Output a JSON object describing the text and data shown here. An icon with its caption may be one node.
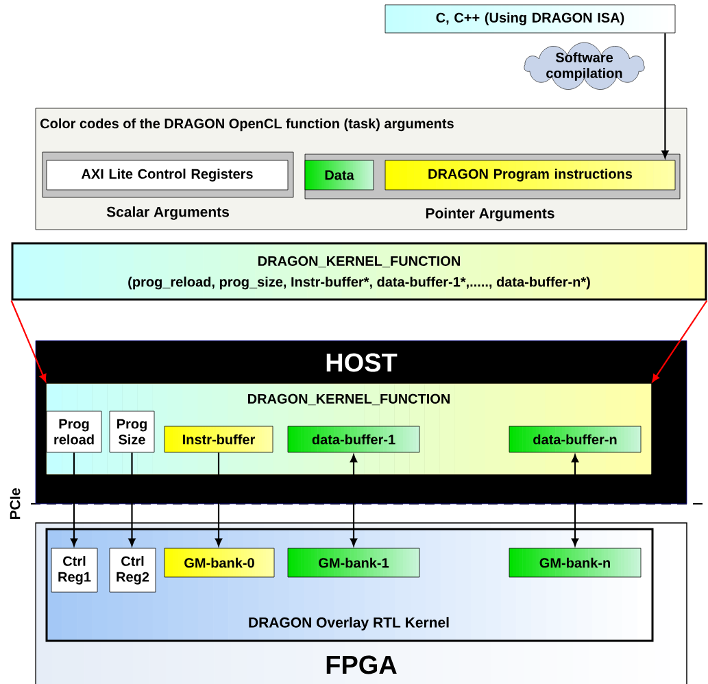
{
  "diagram": {
    "nodes": [
      {
        "text": [
          "C, C++ (Using DRAGON ISA)"
        ]
      },
      {
        "text": [
          "Software compilation"
        ]
      },
      {
        "text": [
          "Color codes of the DRAGON OpenCL function (task) arguments"
        ]
      },
      {
        "text": [
          "Scalar Arguments"
        ],
        "in": 2
      },
      {
        "text": [
          "AXI Lite Control Registers"
        ],
        "in": 3
      },
      {
        "text": [
          "Pointer Arguments"
        ],
        "in": 2
      },
      {
        "text": [
          "Data"
        ],
        "in": 5
      },
      {
        "text": [
          "DRAGON Program instructions"
        ],
        "in": 5
      },
      {
        "text": [
          "DRAGON_KERNEL_FUNCTION",
          "(prog_reload, prog_size, Instr-buffer*, data-buffer-1*,....., data-buffer-n*)"
        ]
      },
      {
        "text": [
          "HOST"
        ]
      },
      {
        "text": [
          "DRAGON_KERNEL_FUNCTION"
        ],
        "in": 9
      },
      {
        "text": [
          "Prog reload"
        ],
        "in": 10
      },
      {
        "text": [
          "Prog Size"
        ],
        "in": 10
      },
      {
        "text": [
          "Instr-buffer"
        ],
        "in": 10
      },
      {
        "text": [
          "data-buffer-1"
        ],
        "in": 10
      },
      {
        "text": [
          "data-buffer-n"
        ],
        "in": 10
      },
      {
        "text": [
          "FPGA"
        ]
      },
      {
        "text": [
          "DRAGON Overlay RTL Kernel"
        ],
        "in": 16
      },
      {
        "text": [
          "Ctrl Reg1"
        ],
        "in": 17
      },
      {
        "text": [
          "Ctrl Reg2"
        ],
        "in": 17
      },
      {
        "text": [
          "GM-bank-0"
        ],
        "in": 17
      },
      {
        "text": [
          "GM-bank-1"
        ],
        "in": 17
      },
      {
        "text": [
          "GM-bank-n"
        ],
        "in": 17
      }
    ],
    "edges": [
      {
        "from": 0,
        "to": 7,
        "arrow": "to"
      },
      {
        "from": 8,
        "to": 10,
        "arrow": "to",
        "color": "#ff0000"
      },
      {
        "from": 8,
        "to": 10,
        "arrow": "to",
        "color": "#ff0000"
      },
      {
        "from": 11,
        "to": 18,
        "arrow": "to"
      },
      {
        "from": 12,
        "to": 19,
        "arrow": "to"
      },
      {
        "from": 13,
        "to": 20,
        "arrow": "to"
      },
      {
        "from": 14,
        "to": 21,
        "arrow": "both"
      },
      {
        "from": 15,
        "to": 22,
        "arrow": "both"
      }
    ],
    "labels": [
      "PCIe"
    ]
  }
}
